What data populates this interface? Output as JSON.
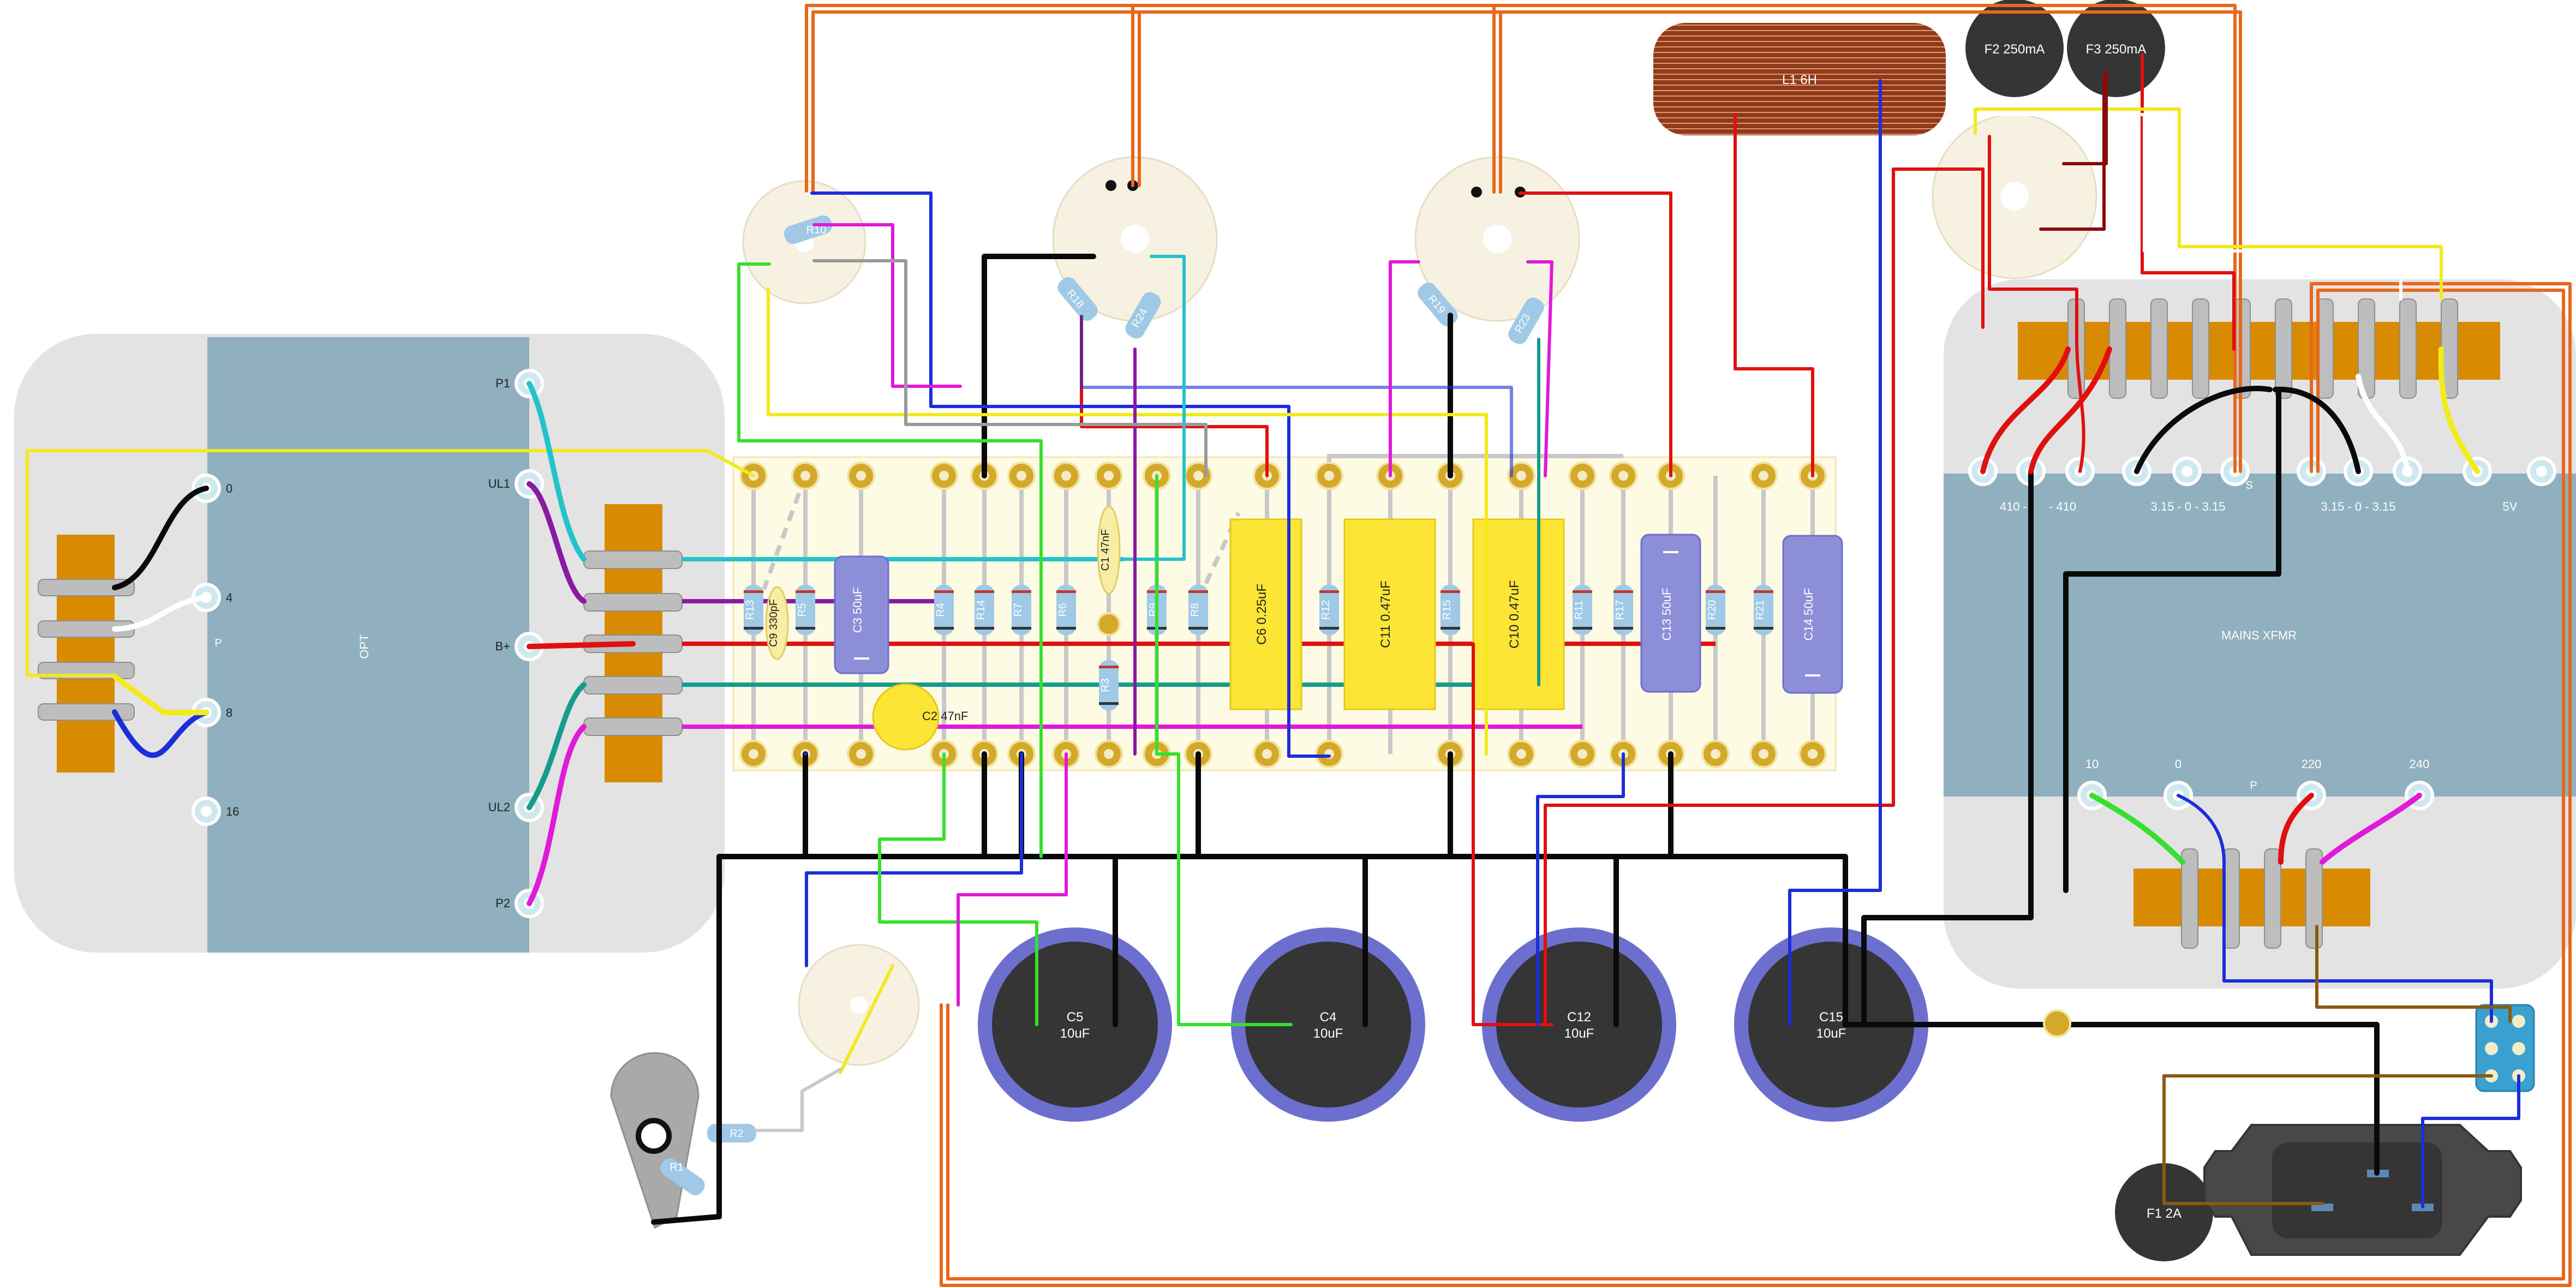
{
  "opt": {
    "title": "OPT",
    "primary_label": "P",
    "primary_taps": [
      "P1",
      "UL1",
      "B+",
      "UL2",
      "P2"
    ],
    "secondary_taps": [
      "0",
      "4",
      "8",
      "16"
    ]
  },
  "mains_xfmr": {
    "title": "MAINS XFMR",
    "primary_label": "P",
    "primary_taps": [
      "10",
      "0",
      "220",
      "240"
    ],
    "secondary_labels": [
      "410 -",
      "- 410",
      "3.15 - 0 - 3.15",
      "3.15 - 0 - 3.15",
      "5V"
    ],
    "secondary_mark": "S"
  },
  "choke": {
    "label": "L1 6H"
  },
  "fuses": [
    {
      "label": "F2 250mA"
    },
    {
      "label": "F3 250mA"
    },
    {
      "label": "F1 2A"
    }
  ],
  "filter_caps": [
    {
      "name": "C5",
      "value": "10uF"
    },
    {
      "name": "C4",
      "value": "10uF"
    },
    {
      "name": "C12",
      "value": "10uF"
    },
    {
      "name": "C15",
      "value": "10uF"
    }
  ],
  "board": {
    "yellow_caps": [
      {
        "label": "C6 0.25uF"
      },
      {
        "label": "C11 0.47uF"
      },
      {
        "label": "C10 0.47uF"
      }
    ],
    "electrolytics": [
      {
        "label": "C3 50uF"
      },
      {
        "label": "C13 50uF"
      },
      {
        "label": "C14 50uF"
      }
    ],
    "small_caps": [
      {
        "label": "C9 330pF"
      },
      {
        "label": "C1 47nF"
      },
      {
        "label": "C2 47nF"
      }
    ],
    "resistors": [
      "R13",
      "R5",
      "R4",
      "R14",
      "R7",
      "R6",
      "R3",
      "R9",
      "R8",
      "R12",
      "R15",
      "R11",
      "R17",
      "R20",
      "R21"
    ]
  },
  "tube_resistors": [
    "R10",
    "R18",
    "R24",
    "R19",
    "R23"
  ],
  "pot_resistors": [
    "R2",
    "R1"
  ],
  "colors": {
    "pcb": "#fdfbe4",
    "transformer_body": "#e3e3e3",
    "transformer_core": "#90b0bf",
    "terminal_strip": "#d88a00",
    "turret": "#d4a92a",
    "filter_cap_ring": "#6d6fcf",
    "filter_cap_body": "#353535",
    "yellow_cap": "#fde535",
    "electrolytic": "#8c8fd8",
    "resistor": "#9fc9e6",
    "choke": "#8e3a1c",
    "wire_orange": "#e8671b",
    "wire_red": "#e01010",
    "wire_blue": "#1c2ddc",
    "wire_green": "#37e02f",
    "wire_yellow": "#f2ea1a",
    "wire_magenta": "#e01ad8",
    "wire_teal": "#169c8c",
    "wire_cyan": "#23c3c9",
    "wire_purple": "#8b1aa3",
    "wire_black": "#0a0a0a",
    "wire_brown": "#8a5a10"
  }
}
